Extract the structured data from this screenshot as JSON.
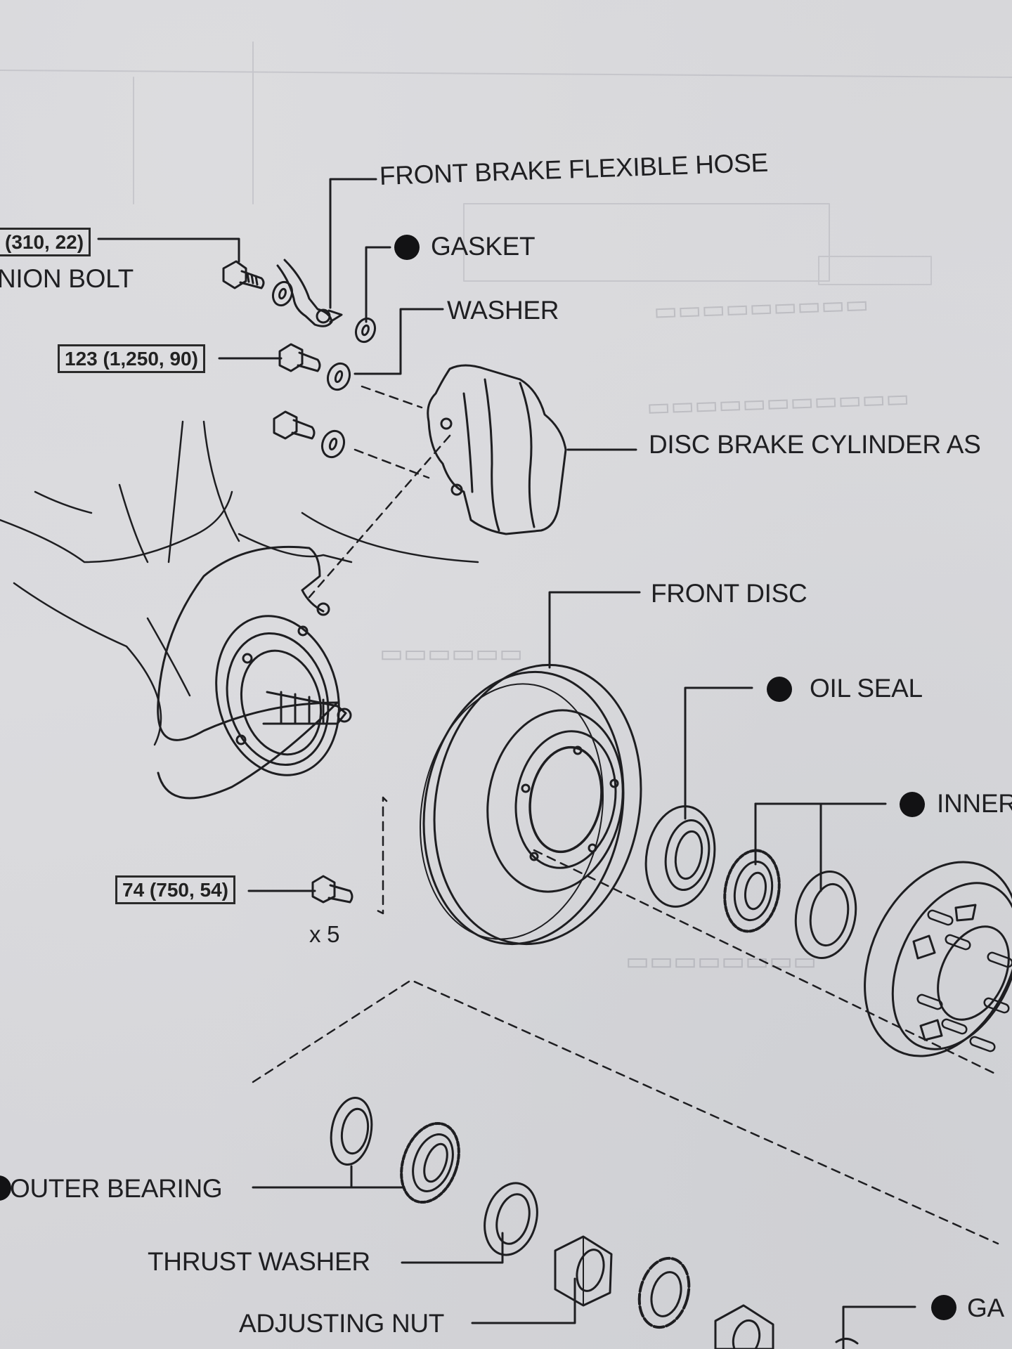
{
  "diagram": {
    "title_hint": "Front disc brake & axle hub exploded view",
    "labels": {
      "front_brake_flexible_hose": "FRONT BRAKE FLEXIBLE HOSE",
      "gasket_top": "GASKET",
      "union_bolt": "NION BOLT",
      "washer": "WASHER",
      "disc_brake_cylinder": "DISC BRAKE CYLINDER AS",
      "front_disc": "FRONT DISC",
      "oil_seal": "OIL SEAL",
      "inner_bearing": "INNER",
      "outer_bearing": "OUTER BEARING",
      "thrust_washer": "THRUST WASHER",
      "adjusting_nut": "ADJUSTING NUT",
      "gasket_bottom": "GA"
    },
    "torque_specs": {
      "union_bolt": "(310, 22)",
      "caliper_bolt": "123 (1,250, 90)",
      "hub_bolt": "74 (750, 54)"
    },
    "quantities": {
      "hub_bolt": "x 5"
    },
    "markers": {
      "non_reusable_dot": "black-dot-icon"
    },
    "colors": {
      "paper": "#d9d9dc",
      "ink": "#1f1f22",
      "ghost_ink": "#9a9aa2"
    }
  }
}
